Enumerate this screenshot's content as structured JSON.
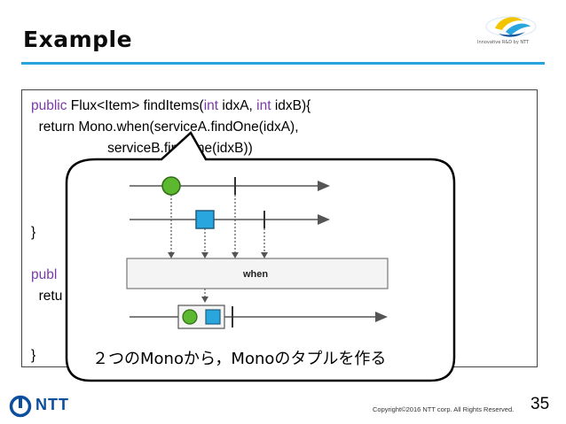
{
  "slide": {
    "title": "Example",
    "logo_tagline": "Innovative R&D by NTT",
    "code_lines": [
      {
        "parts": [
          {
            "t": "public",
            "kw": true
          },
          {
            "t": " Flux<Item> findItems("
          },
          {
            "t": "int",
            "kw": true
          },
          {
            "t": " idxA, "
          },
          {
            "t": "int",
            "kw": true
          },
          {
            "t": " idxB){"
          }
        ]
      },
      {
        "parts": [
          {
            "t": "  return Mono.when(serviceA.findOne(idxA),"
          }
        ]
      },
      {
        "parts": [
          {
            "t": "                    serviceB.findOne(idxB))"
          }
        ]
      },
      {
        "parts": [
          {
            "t": "}"
          }
        ]
      },
      {
        "parts": [
          {
            "t": "publ",
            "kw": true
          }
        ]
      },
      {
        "parts": [
          {
            "t": "  retu"
          }
        ]
      },
      {
        "parts": [
          {
            "t": "}"
          }
        ]
      }
    ],
    "diagram": {
      "operator_label": "when"
    },
    "caption": "２つのMonoから，Monoのタプルを作る",
    "company": "NTT",
    "copyright": "Copyright©2016  NTT corp. All Rights Reserved.",
    "page_number": "35"
  },
  "colors": {
    "title_rule": "#29a3dd",
    "keyword": "#7a39a8",
    "green_marble": "#5cb82e",
    "blue_marble": "#2aa6de",
    "ntt_blue": "#0b4e9e"
  },
  "icons": {
    "top_logo": "ntt-rd-swirl-logo",
    "bottom_logo": "ntt-logo"
  }
}
